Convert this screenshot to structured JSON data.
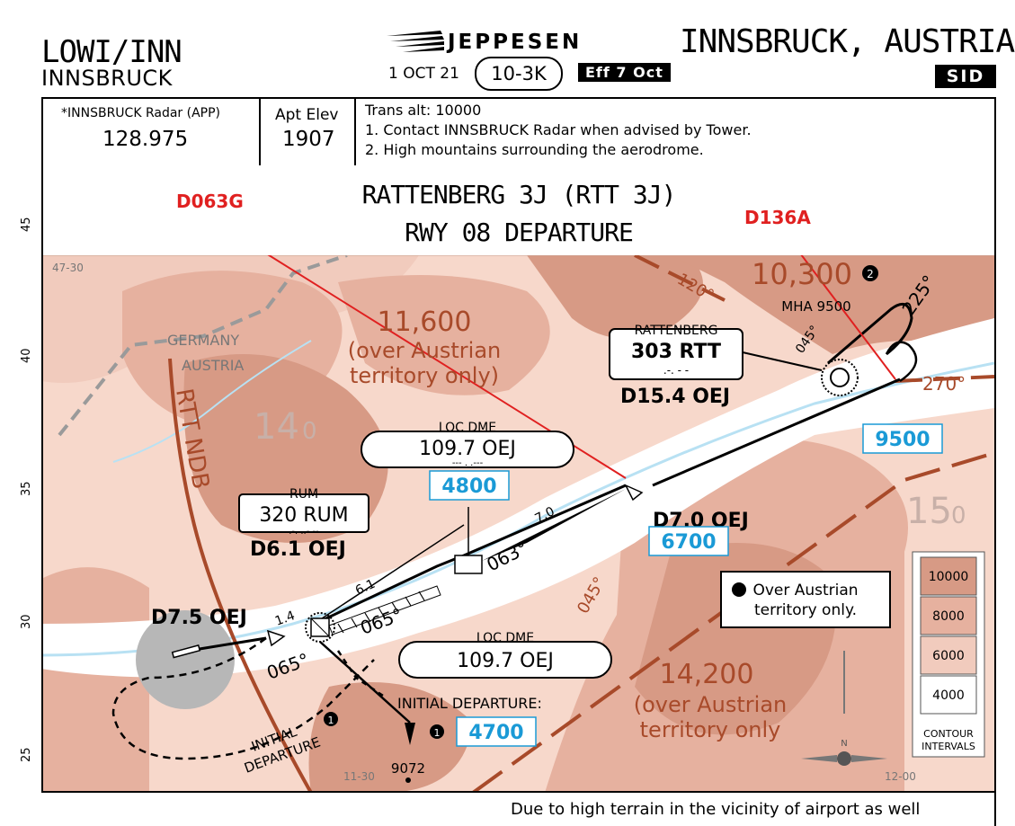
{
  "header": {
    "icao_iata": "LOWI/INN",
    "city": "INNSBRUCK",
    "publisher": "JEPPESEN",
    "date": "1 OCT 21",
    "chart_number": "10-3K",
    "effective": "Eff 7 Oct",
    "location": "INNSBRUCK, AUSTRIA",
    "chart_type": "SID"
  },
  "info": {
    "radar_label": "*INNSBRUCK Radar (APP)",
    "radar_freq": "128.975",
    "apt_elev_label": "Apt Elev",
    "apt_elev_value": "1907",
    "trans_alt": "Trans alt: 10000",
    "note1": "1. Contact INNSBRUCK Radar when advised by Tower.",
    "note2": "2. High mountains surrounding the aerodrome."
  },
  "procedure": {
    "name": "RATTENBERG 3J (RTT 3J)",
    "runway": "RWY 08 DEPARTURE"
  },
  "annotations": {
    "red_left": "D063G",
    "red_right": "D136A",
    "red_color": "#e02020"
  },
  "lat_ticks": [
    "45",
    "40",
    "35",
    "30",
    "25"
  ],
  "map": {
    "grid_left": "47-30",
    "grid_bottom_left": "11-30",
    "grid_bottom_right": "12-00",
    "msa_left_alt": "11,600",
    "msa_left_note1": "(over Austrian",
    "msa_left_note2": "territory only)",
    "msa_right_alt": "14,200",
    "msa_right_note1": "(over Austrian",
    "msa_right_note2": "territory only",
    "top_alt": "10,300",
    "top_alt_note": "2",
    "mha": "MHA 9500",
    "grid_mora_left": "14",
    "grid_mora_left_sup": "0",
    "grid_mora_right": "15",
    "grid_mora_right_sup": "0",
    "germany": "GERMANY",
    "austria": "AUSTRIA",
    "rtt_ndb": "RTT NDB",
    "rattenberg_name": "RATTENBERG",
    "rattenberg_freq": "303 RTT",
    "rattenberg_morse": ".-. - -",
    "rattenberg_dist": "D15.4 OEJ",
    "loc_dme_upper_title": "LOC DME",
    "loc_dme_upper_freq": "109.7 OEJ",
    "loc_dme_upper_morse": "--- . .---",
    "loc_dme_lower_title": "LOC DME",
    "loc_dme_lower_freq": "109.7 OEJ",
    "rum_title": "RUM",
    "rum_freq": "320 RUM",
    "rum_morse": ".-. ..- --",
    "d61": "D6.1 OEJ",
    "d75": "D7.5 OEJ",
    "d70": "D7.0 OEJ",
    "alt_4800": "4800",
    "alt_6700": "6700",
    "alt_9500": "9500",
    "alt_4700": "4700",
    "course_063": "063°",
    "course_065a": "065°",
    "course_065b": "065°",
    "course_045": "045°",
    "course_225": "225°",
    "course_270": "270°",
    "course_120": "120°",
    "course_045b": "045°",
    "dist_14": "1.4",
    "dist_61": "6.1",
    "dist_70": "7.0",
    "initial_departure": "INITIAL DEPARTURE:",
    "initial_departure2": "INITIAL",
    "initial_departure3": "DEPARTURE",
    "note_circle": "1",
    "note2_text1": "Over Austrian",
    "note2_text2": "territory only.",
    "spot_elev": "9072",
    "north": "N",
    "cyan_color": "#1a9ad6"
  },
  "legend": {
    "title1": "CONTOUR",
    "title2": "INTERVALS",
    "levels": [
      "10000",
      "8000",
      "6000",
      "4000"
    ],
    "colors": [
      "#d79a85",
      "#e6b19f",
      "#f1cbbd",
      "#ffffff"
    ]
  },
  "footer": {
    "note": "Due to high terrain in the vicinity of airport as well"
  }
}
